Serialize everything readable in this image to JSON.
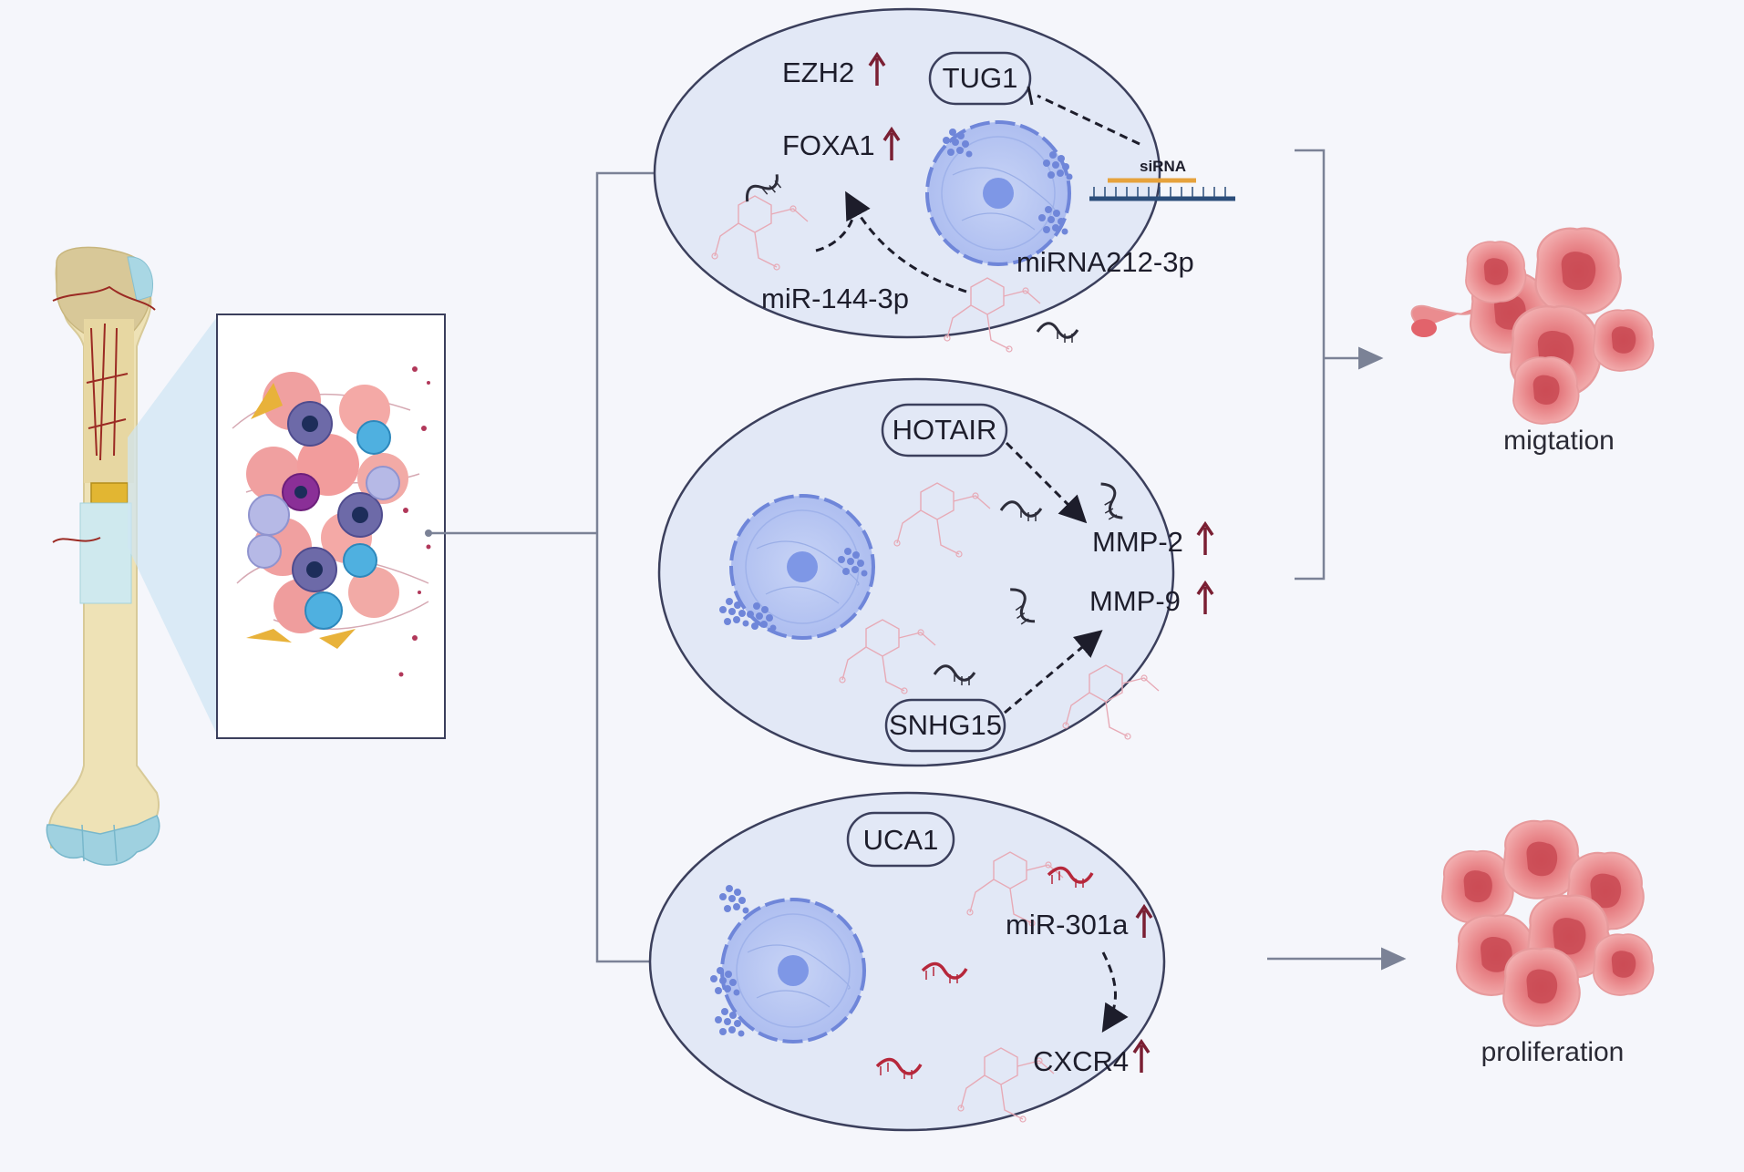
{
  "colors": {
    "background": "#f5f6fb",
    "ellipse_fill": "#e2e8f6",
    "ellipse_stroke": "#3b3f5c",
    "up_arrow": "#7a1f33",
    "connector": "#7b8296",
    "nucleus_fill": "#b9c8f2",
    "nucleus_core": "#7e97e6",
    "tumor_pink": "#e87a7e"
  },
  "panel_top": {
    "ezh2": "EZH2",
    "foxa1": "FOXA1",
    "tug1": "TUG1",
    "sirna": "siRNA",
    "mirna212": "miRNA212-3p",
    "mir144": "miR-144-3p"
  },
  "panel_middle": {
    "hotair": "HOTAIR",
    "mmp2": "MMP-2",
    "mmp9": "MMP-9",
    "snhg15": "SNHG15"
  },
  "panel_bottom": {
    "uca1": "UCA1",
    "mir301a": "miR-301a",
    "cxcr4": "CXCR4"
  },
  "outcomes": {
    "migration": "migtation",
    "proliferation": "proliferation"
  },
  "icons": [
    "bone-icon",
    "tumor-microenvironment-icon",
    "cell-nucleus-icon",
    "rna-strand-icon",
    "up-arrow-icon",
    "tumor-cluster-icon"
  ]
}
